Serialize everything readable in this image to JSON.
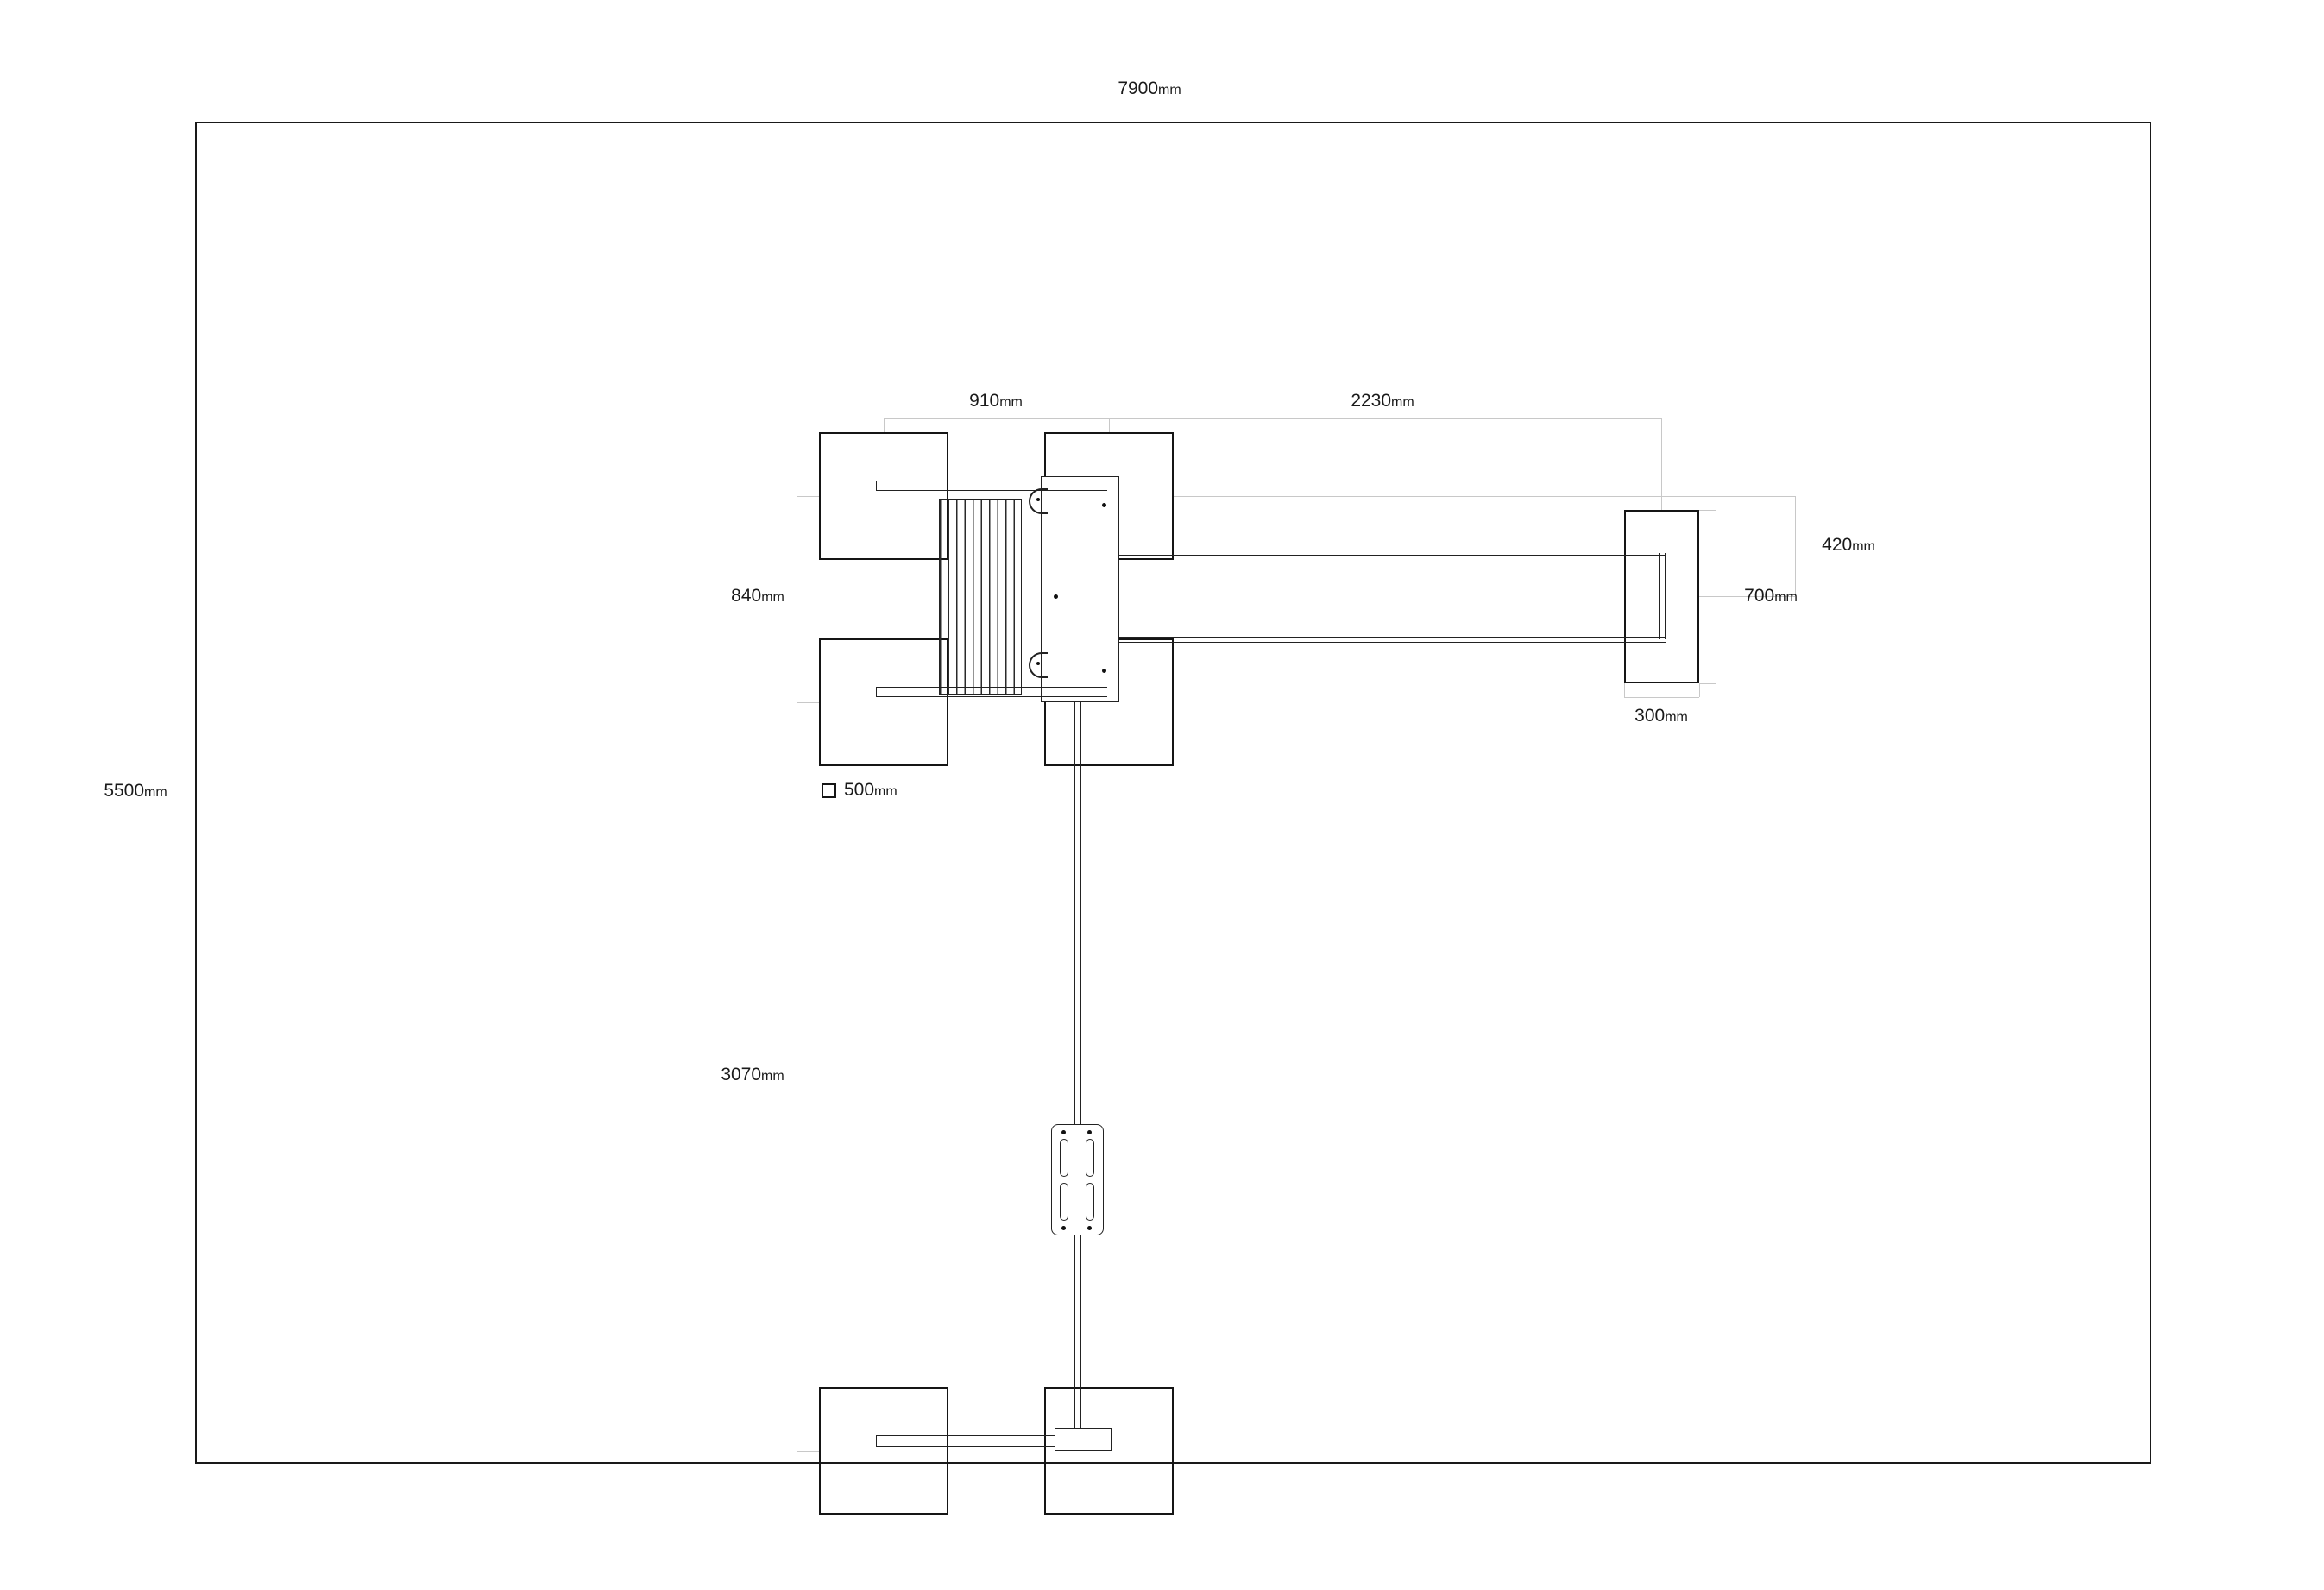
{
  "unit": "mm",
  "room": {
    "width": "7900",
    "height": "5500"
  },
  "dims": {
    "pad_spacing_x": "910",
    "arm_reach_x": "2230",
    "pad_spacing_y": "840",
    "far_pad_offset_y": "420",
    "far_pad_height": "700",
    "far_pad_width": "300",
    "arm_reach_y": "3070",
    "pad_size": "500"
  },
  "colors": {
    "line": "#1a1a1a",
    "dim_line": "#c8c8c8",
    "background": "#ffffff"
  }
}
